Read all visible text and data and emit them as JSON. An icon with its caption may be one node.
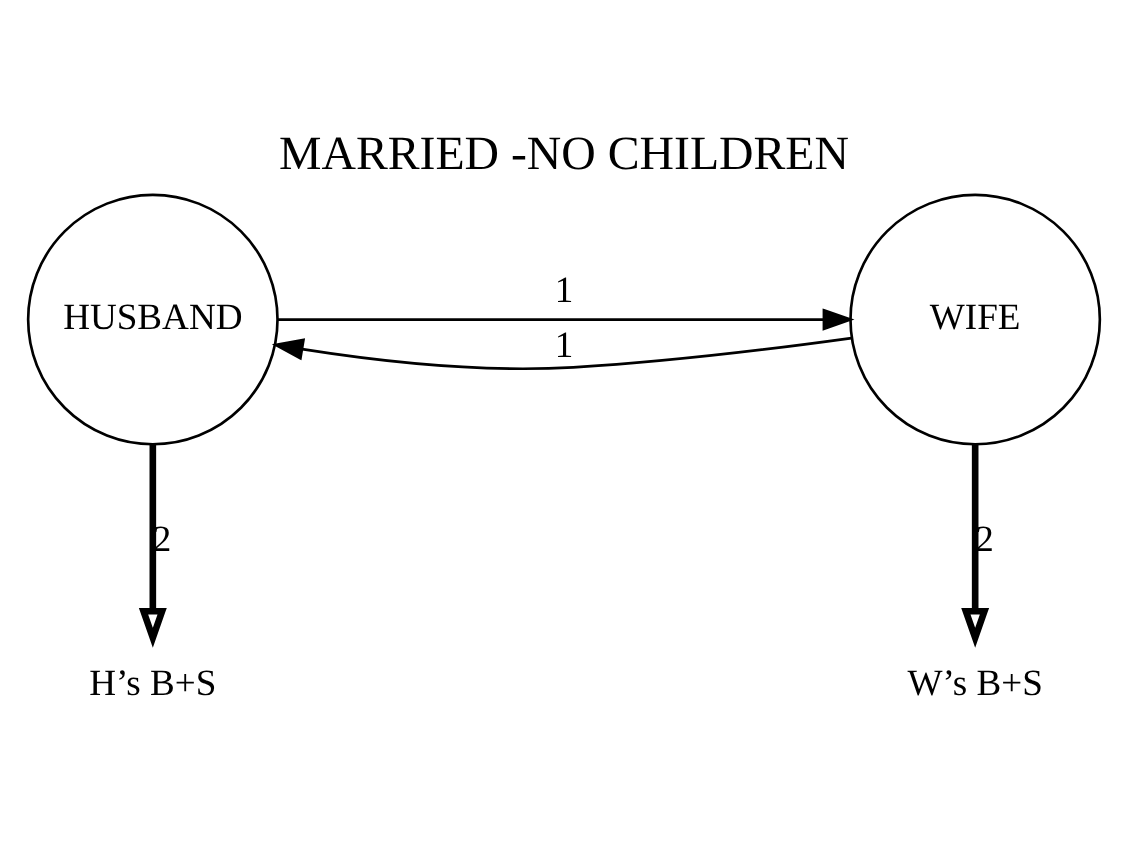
{
  "diagram": {
    "title": "MARRIED -NO CHILDREN",
    "nodes": [
      {
        "text": [
          "HUSBAND"
        ]
      },
      {
        "text": [
          "WIFE"
        ]
      },
      {
        "text": [
          "H’s B+S"
        ]
      },
      {
        "text": [
          "W’s B+S"
        ]
      }
    ],
    "edges": [
      {
        "from": 0,
        "to": 1,
        "arrow": "to",
        "label": "1"
      },
      {
        "from": 1,
        "to": 0,
        "arrow": "to",
        "label": "1"
      },
      {
        "from": 0,
        "to": 2,
        "arrow": "to",
        "label": "2",
        "style": "thick"
      },
      {
        "from": 1,
        "to": 3,
        "arrow": "to",
        "label": "2",
        "style": "thick"
      }
    ]
  }
}
